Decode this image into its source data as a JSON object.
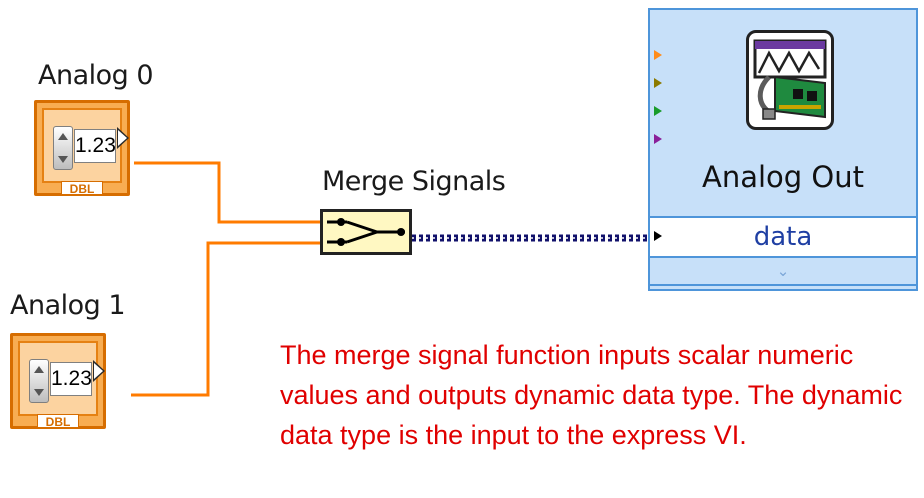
{
  "controls": [
    {
      "label": "Analog 0",
      "value": "1.23",
      "type": "DBL"
    },
    {
      "label": "Analog 1",
      "value": "1.23",
      "type": "DBL"
    }
  ],
  "merge": {
    "label": "Merge Signals"
  },
  "express_vi": {
    "title": "Analog Out",
    "terminal": "data",
    "expand_icon": "double-chevron-down-icon"
  },
  "note": "The merge signal function inputs scalar numeric values  and outputs dynamic data type.  The dynamic data type is the input to the express VI.",
  "colors": {
    "wire_numeric": "#ff7b00",
    "wire_dynamic": "#11116b",
    "control_border": "#d66d00",
    "express_bg": "#c7e0f9",
    "note_text": "#e00000"
  }
}
